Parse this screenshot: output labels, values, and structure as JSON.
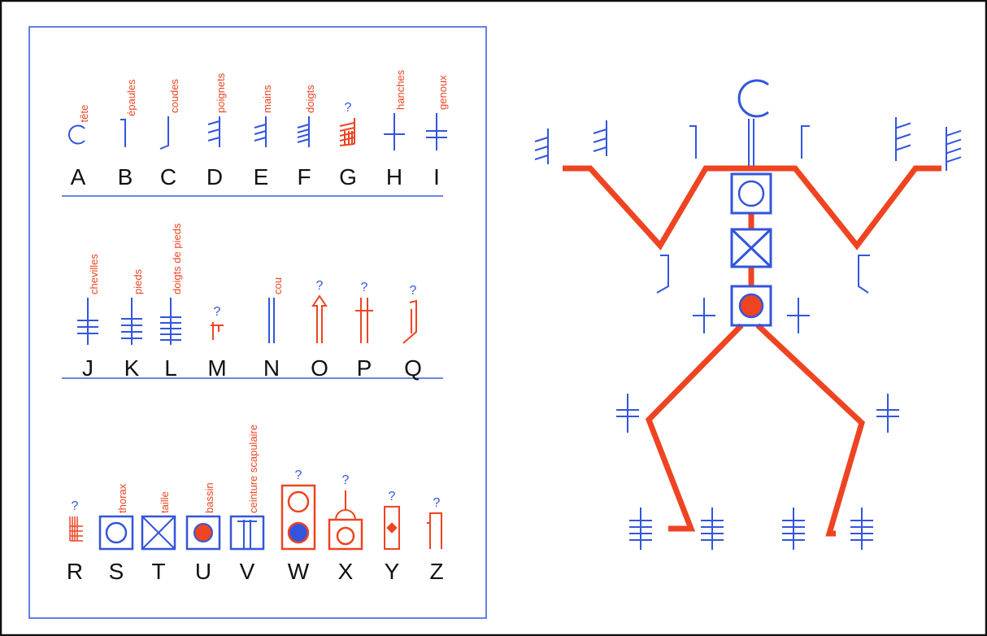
{
  "colors": {
    "blue": "#3355dd",
    "red": "#ee4422",
    "black": "#111111",
    "sep": "#6f86e0"
  },
  "rows": [
    [
      {
        "letter": "A",
        "label": "tête",
        "symbol": "head-arc-glyph",
        "color": "blue",
        "question": ""
      },
      {
        "letter": "B",
        "label": "épaules",
        "symbol": "shoulder-glyph",
        "color": "blue",
        "question": ""
      },
      {
        "letter": "C",
        "label": "coudes",
        "symbol": "elbow-glyph",
        "color": "blue",
        "question": ""
      },
      {
        "letter": "D",
        "label": "poignets",
        "symbol": "wrist-glyph",
        "color": "blue",
        "question": ""
      },
      {
        "letter": "E",
        "label": "mains",
        "symbol": "hand-glyph",
        "color": "blue",
        "question": ""
      },
      {
        "letter": "F",
        "label": "doigts",
        "symbol": "fingers-glyph",
        "color": "blue",
        "question": ""
      },
      {
        "letter": "G",
        "label": "",
        "symbol": "unknown-hand-glyph",
        "color": "red",
        "question": "?"
      },
      {
        "letter": "H",
        "label": "hanches",
        "symbol": "hip-cross-glyph",
        "color": "blue",
        "question": ""
      },
      {
        "letter": "I",
        "label": "genoux",
        "symbol": "knee-cross-glyph",
        "color": "blue",
        "question": ""
      }
    ],
    [
      {
        "letter": "J",
        "label": "chevilles",
        "symbol": "ankle-glyph",
        "color": "blue",
        "question": ""
      },
      {
        "letter": "K",
        "label": "pieds",
        "symbol": "foot-glyph",
        "color": "blue",
        "question": ""
      },
      {
        "letter": "L",
        "label": "doigts de pieds",
        "symbol": "toes-glyph",
        "color": "blue",
        "question": ""
      },
      {
        "letter": "M",
        "label": "",
        "symbol": "unknown-small-cross-glyph",
        "color": "red",
        "question": "?"
      },
      {
        "letter": "N",
        "label": "cou",
        "symbol": "neck-glyph",
        "color": "blue",
        "question": ""
      },
      {
        "letter": "O",
        "label": "",
        "symbol": "unknown-arrow-glyph",
        "color": "red",
        "question": "?"
      },
      {
        "letter": "P",
        "label": "",
        "symbol": "unknown-double-cross-glyph",
        "color": "red",
        "question": "?"
      },
      {
        "letter": "Q",
        "label": "",
        "symbol": "unknown-bracket-glyph",
        "color": "red",
        "question": "?"
      }
    ],
    [
      {
        "letter": "R",
        "label": "",
        "symbol": "unknown-comb-glyph",
        "color": "red",
        "question": "?"
      },
      {
        "letter": "S",
        "label": "thorax",
        "symbol": "thorax-square-circle-glyph",
        "color": "blue",
        "question": ""
      },
      {
        "letter": "T",
        "label": "taille",
        "symbol": "waist-square-x-glyph",
        "color": "blue",
        "question": ""
      },
      {
        "letter": "U",
        "label": "bassin",
        "symbol": "pelvis-square-dot-glyph",
        "color": "blue",
        "question": ""
      },
      {
        "letter": "V",
        "label": "ceinture scapulaire",
        "symbol": "shoulder-girdle-glyph",
        "color": "blue",
        "question": ""
      },
      {
        "letter": "W",
        "label": "",
        "symbol": "unknown-double-box-glyph",
        "color": "red",
        "question": "?"
      },
      {
        "letter": "X",
        "label": "",
        "symbol": "unknown-bell-box-glyph",
        "color": "red",
        "question": "?"
      },
      {
        "letter": "Y",
        "label": "",
        "symbol": "unknown-diamond-box-glyph",
        "color": "red",
        "question": "?"
      },
      {
        "letter": "Z",
        "label": "",
        "symbol": "unknown-hook-glyph",
        "color": "red",
        "question": "?"
      }
    ]
  ],
  "figure": {
    "name": "stick-figure-diagram"
  }
}
